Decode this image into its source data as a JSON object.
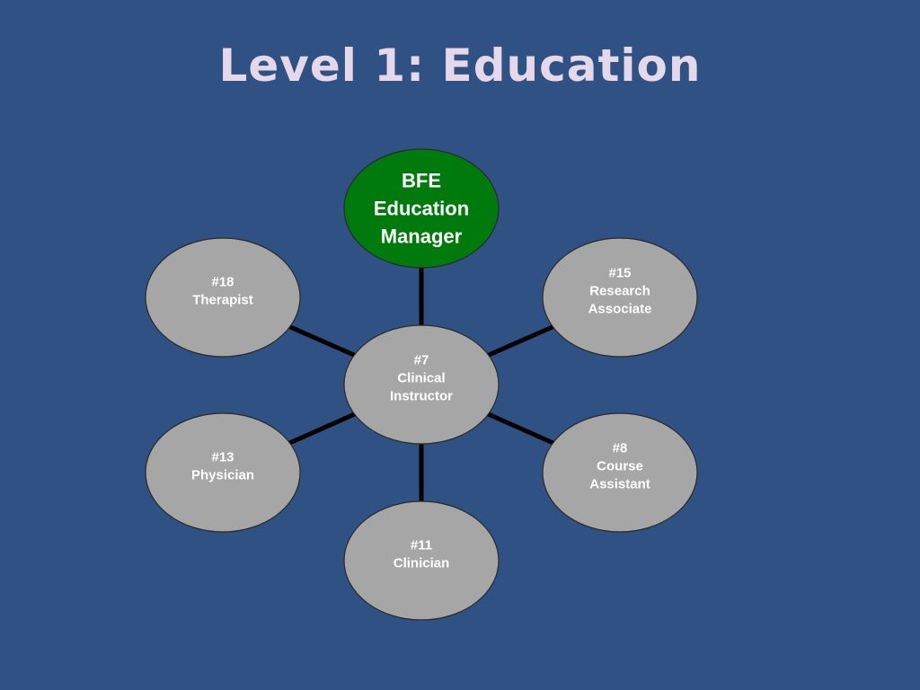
{
  "slide": {
    "title": "Level 1: Education"
  },
  "colors": {
    "background": "#2f5183",
    "title": "#e4d8ea",
    "center_node_fill": "#007a0c",
    "center_node_text": "#ffffff",
    "node_fill": "#a6a6a6",
    "node_text": "#ffffff",
    "connector": "#000000"
  },
  "diagram": {
    "nodes": [
      {
        "id": "bfe",
        "lines": [
          "BFE",
          "Education",
          "Manager"
        ],
        "style": "center"
      },
      {
        "id": "instructor",
        "lines": [
          "#7",
          "Clinical",
          "Instructor"
        ],
        "style": "gray"
      },
      {
        "id": "research",
        "lines": [
          "#15",
          "Research",
          "Associate"
        ],
        "style": "gray"
      },
      {
        "id": "course",
        "lines": [
          "#8",
          "Course",
          "Assistant"
        ],
        "style": "gray"
      },
      {
        "id": "clinician",
        "lines": [
          "#11",
          "Clinician"
        ],
        "style": "gray"
      },
      {
        "id": "physician",
        "lines": [
          "#13",
          "Physician"
        ],
        "style": "gray"
      },
      {
        "id": "therapist",
        "lines": [
          "#18",
          "Therapist"
        ],
        "style": "gray"
      }
    ],
    "edges": [
      [
        "instructor",
        "bfe"
      ],
      [
        "instructor",
        "research"
      ],
      [
        "instructor",
        "course"
      ],
      [
        "instructor",
        "clinician"
      ],
      [
        "instructor",
        "physician"
      ],
      [
        "instructor",
        "therapist"
      ]
    ]
  }
}
